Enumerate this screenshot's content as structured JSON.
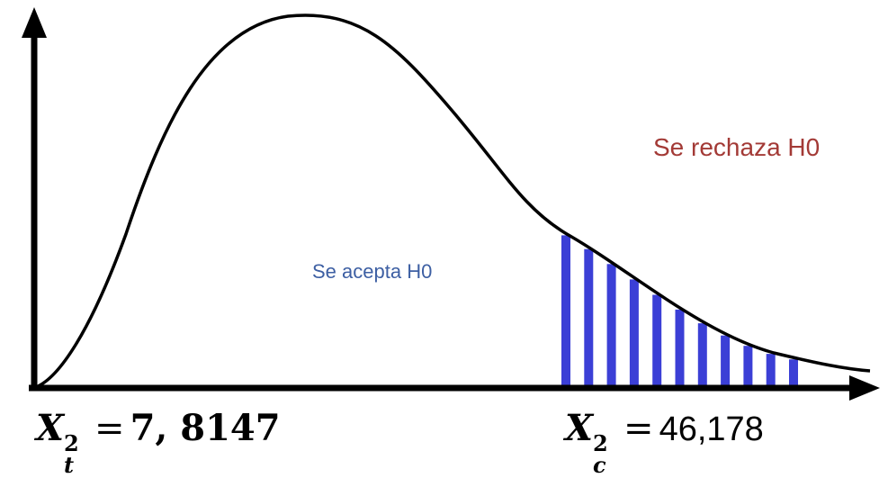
{
  "labels": {
    "reject": "Se rechaza H0",
    "accept": "Se acepta H0"
  },
  "formula_table": {
    "var": "X",
    "sup": "2",
    "sub": "t",
    "eq": "=",
    "value": "7, 8147"
  },
  "formula_calc": {
    "var": "X",
    "sup": "2",
    "sub": "c",
    "eq": "=",
    "value": "46,178"
  },
  "colors": {
    "curve": "#000000",
    "hatch": "#3b3fd6",
    "reject_text": "#a33a36",
    "accept_text": "#3d5fa3"
  }
}
